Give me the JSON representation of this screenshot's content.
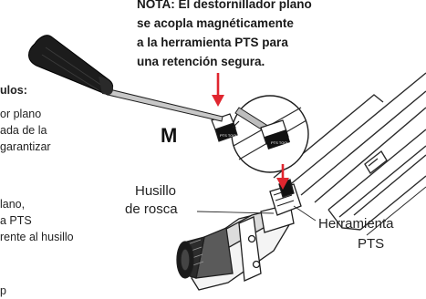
{
  "note": {
    "lines": [
      "NOTA: El destornillador plano",
      "se acopla magnéticamente",
      "a la herramienta PTS para",
      "una retención segura."
    ]
  },
  "left_text": {
    "lines": [
      "ulos:",
      "or plano",
      "ada de la",
      " garantizar",
      "lano,",
      "a PTS",
      "rente al husillo",
      "p"
    ]
  },
  "labels": {
    "m": "M",
    "husillo": [
      "Husillo",
      "de rosca"
    ],
    "herramienta": [
      "Herramienta",
      "PTS"
    ],
    "callout_tag": "PTS TOOL"
  },
  "colors": {
    "arrow": "#e0262f",
    "screwdriver_handle": "#1c1c1c",
    "line": "#2a2a2a"
  }
}
